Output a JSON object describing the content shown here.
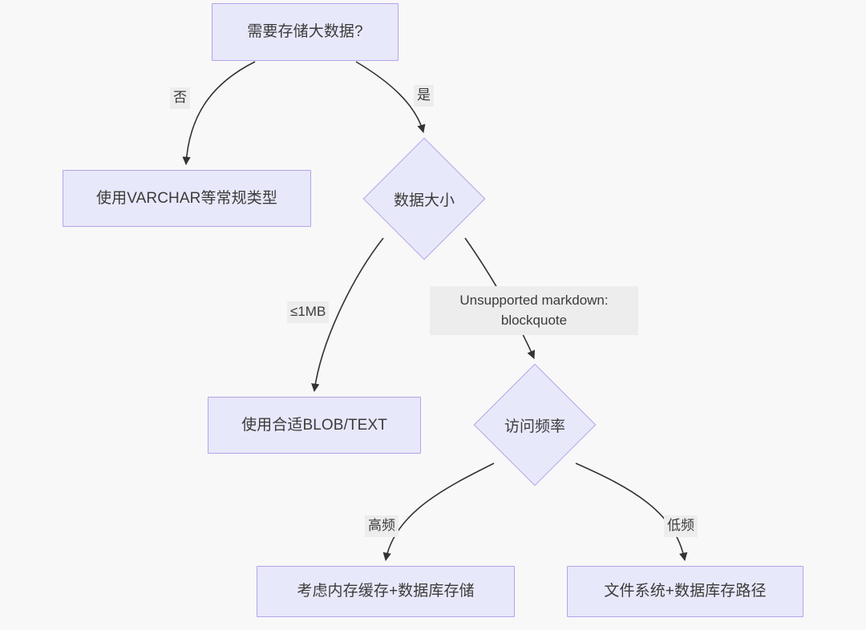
{
  "diagram": {
    "type": "flowchart",
    "direction": "top-down",
    "title": "",
    "background_color": "#f8f8f8",
    "node_fill_color": "#e8e8fb",
    "node_border_color": "#b3a3e8",
    "node_text_color": "#3b3b3b",
    "edge_color": "#333333",
    "edge_label_background": "#ededed"
  },
  "nodes": [
    {
      "id": "n1",
      "shape": "rect",
      "label": "需要存储大数据?"
    },
    {
      "id": "n2",
      "shape": "rect",
      "label": "使用VARCHAR等常规类型"
    },
    {
      "id": "n3",
      "shape": "diamond",
      "label": "数据大小"
    },
    {
      "id": "n4",
      "shape": "rect",
      "label": "使用合适BLOB/TEXT"
    },
    {
      "id": "n5",
      "shape": "diamond",
      "label": "访问频率"
    },
    {
      "id": "n6",
      "shape": "rect",
      "label": "考虑内存缓存+数据库存储"
    },
    {
      "id": "n7",
      "shape": "rect",
      "label": "文件系统+数据库存路径"
    }
  ],
  "edges": [
    {
      "from": "n1",
      "to": "n2",
      "label": "否"
    },
    {
      "from": "n1",
      "to": "n3",
      "label": "是"
    },
    {
      "from": "n3",
      "to": "n4",
      "label": "≤1MB"
    },
    {
      "from": "n3",
      "to": "n5",
      "label_line1": "Unsupported markdown:",
      "label_line2": "blockquote"
    },
    {
      "from": "n5",
      "to": "n6",
      "label": "高频"
    },
    {
      "from": "n5",
      "to": "n7",
      "label": "低频"
    }
  ]
}
